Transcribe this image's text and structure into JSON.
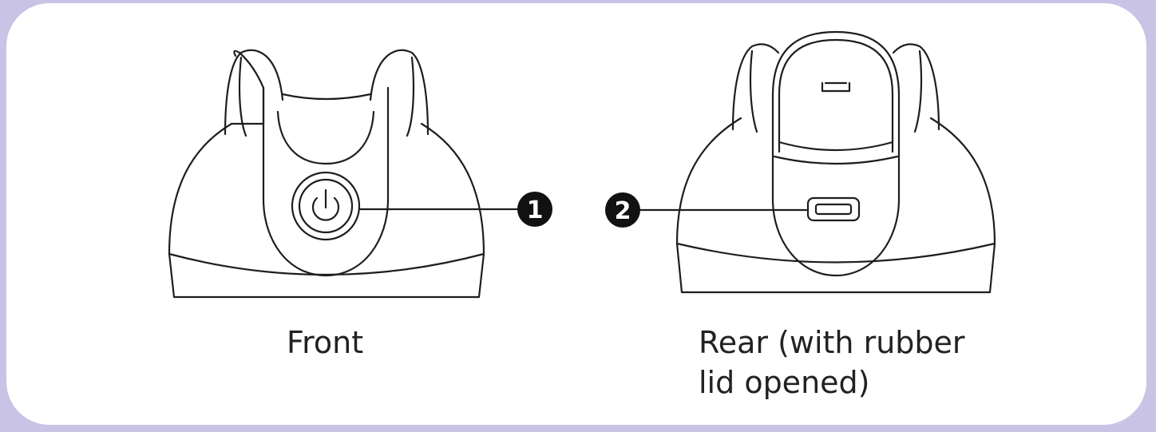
{
  "colors": {
    "frame": "#c9c3e6",
    "panel": "#ffffff",
    "ink": "#1e1e1e"
  },
  "figures": {
    "front": {
      "caption": "Front",
      "icon": "power-button-icon"
    },
    "rear": {
      "caption_line1": "Rear (with rubber",
      "caption_line2": "lid opened)",
      "icon": "usb-port-icon"
    }
  },
  "callouts": [
    {
      "number": "1",
      "target": "power button"
    },
    {
      "number": "2",
      "target": "charging port"
    }
  ]
}
